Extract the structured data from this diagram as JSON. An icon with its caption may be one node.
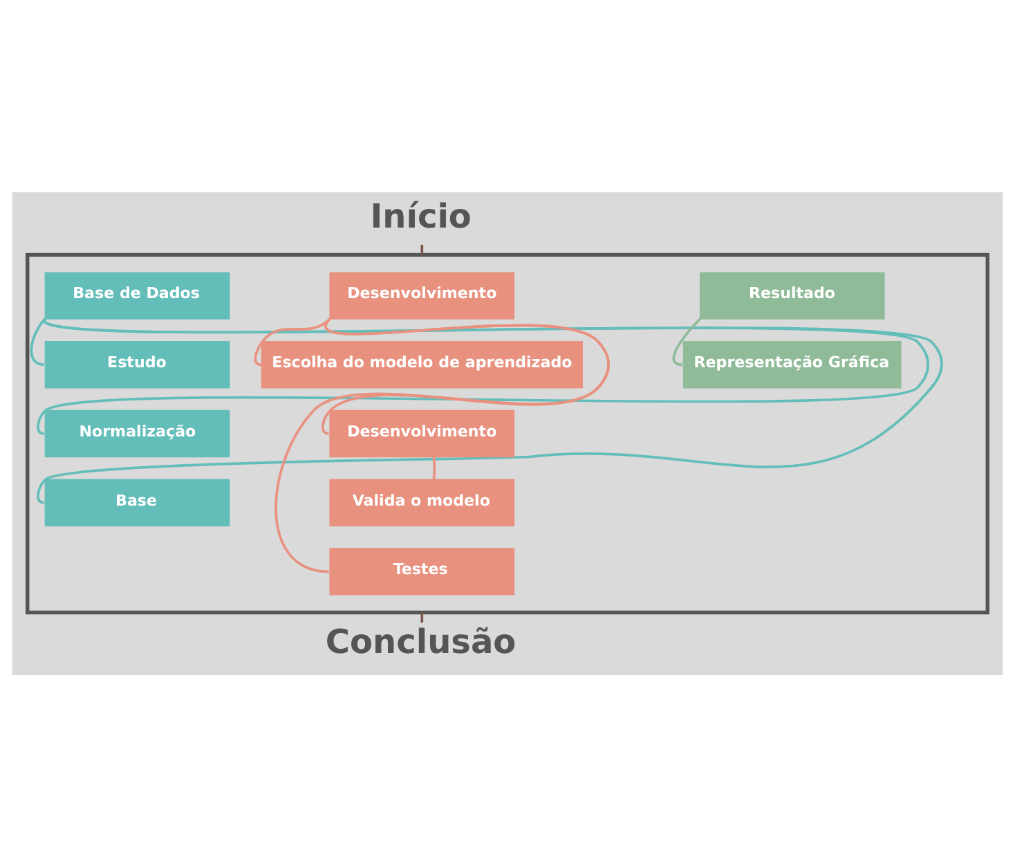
{
  "diagram": {
    "nodes": [
      {
        "text": [
          "Início"
        ]
      },
      {
        "text": [],
        "shape": "box"
      },
      {
        "text": [
          "Base de Dados"
        ],
        "in": 1
      },
      {
        "text": [
          "Estudo"
        ],
        "in": 1
      },
      {
        "text": [
          "Normalização"
        ],
        "in": 1
      },
      {
        "text": [
          "Base"
        ],
        "in": 1
      },
      {
        "text": [
          "Desenvolvimento"
        ],
        "in": 1
      },
      {
        "text": [
          "Escolha do modelo de aprendizado"
        ],
        "in": 1
      },
      {
        "text": [
          "Desenvolvimento"
        ],
        "in": 1
      },
      {
        "text": [
          "Valida o modelo"
        ],
        "in": 1
      },
      {
        "text": [
          "Testes"
        ],
        "in": 1
      },
      {
        "text": [
          "Resultado"
        ],
        "in": 1
      },
      {
        "text": [
          "Representação Gráfica"
        ],
        "in": 1
      },
      {
        "text": [
          "Conclusão"
        ]
      }
    ],
    "edges": [
      {
        "from": 0,
        "to": 1,
        "arrow": "none",
        "color": "#7a5548"
      },
      {
        "from": 2,
        "to": 3,
        "arrow": "none",
        "color": "#63bdb9"
      },
      {
        "from": 2,
        "to": 4,
        "arrow": "none",
        "color": "#63bdb9"
      },
      {
        "from": 2,
        "to": 5,
        "arrow": "none",
        "color": "#63bdb9"
      },
      {
        "from": 6,
        "to": 7,
        "arrow": "none",
        "color": "#e8917f"
      },
      {
        "from": 6,
        "to": 8,
        "arrow": "none",
        "color": "#e8917f"
      },
      {
        "from": 8,
        "to": 9,
        "arrow": "none",
        "color": "#e8917f"
      },
      {
        "from": 6,
        "to": 10,
        "arrow": "none",
        "color": "#e8917f"
      },
      {
        "from": 11,
        "to": 12,
        "arrow": "none",
        "color": "#8fbb98"
      },
      {
        "from": 1,
        "to": 13,
        "arrow": "none",
        "color": "#7a5548"
      }
    ]
  }
}
